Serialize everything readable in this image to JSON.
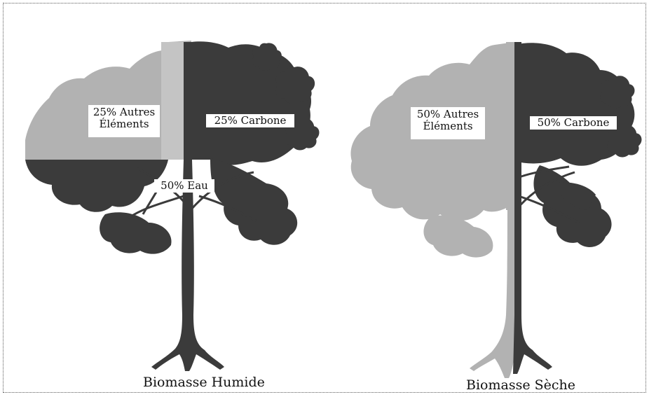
{
  "wet_tree": {
    "other_label_line1": "25% Autres",
    "other_label_line2": "Éléments",
    "carbon_label": "25% Carbone",
    "water_label": "50% Eau",
    "caption": "Biomasse Humide"
  },
  "dry_tree": {
    "other_label_line1": "50% Autres",
    "other_label_line2": "Éléments",
    "carbon_label": "50% Carbone",
    "caption": "Biomasse Sèche"
  },
  "colors": {
    "dark": "#3b3b3b",
    "light": "#b2b2b2",
    "mid": "#8a8a8a",
    "background": "#ffffff"
  }
}
